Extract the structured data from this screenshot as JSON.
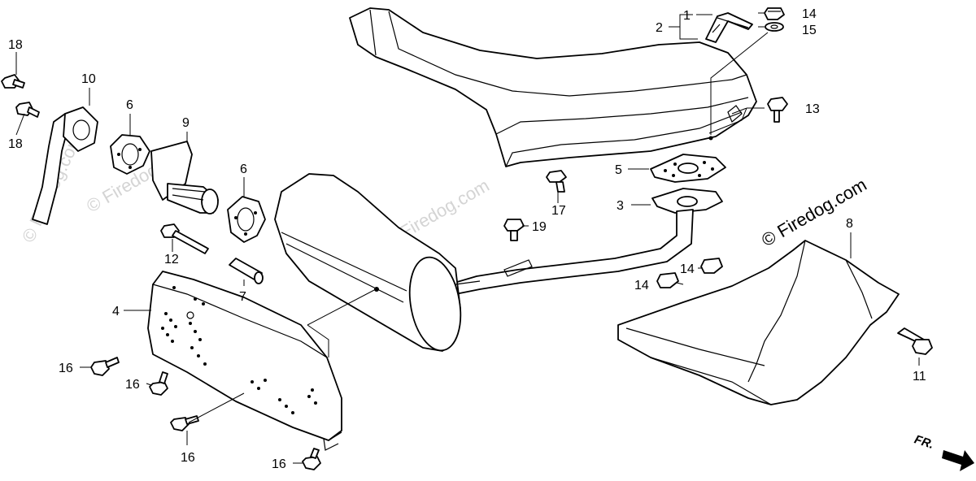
{
  "watermarks": {
    "faint": "© Firedog.com",
    "dark": "© Firedog.com"
  },
  "direction_label": "FR.",
  "callouts": [
    {
      "id": "c1",
      "label": "1"
    },
    {
      "id": "c2",
      "label": "2"
    },
    {
      "id": "c3",
      "label": "3"
    },
    {
      "id": "c4",
      "label": "4"
    },
    {
      "id": "c5",
      "label": "5"
    },
    {
      "id": "c6a",
      "label": "6"
    },
    {
      "id": "c6b",
      "label": "6"
    },
    {
      "id": "c7",
      "label": "7"
    },
    {
      "id": "c8",
      "label": "8"
    },
    {
      "id": "c9",
      "label": "9"
    },
    {
      "id": "c10",
      "label": "10"
    },
    {
      "id": "c11",
      "label": "11"
    },
    {
      "id": "c12",
      "label": "12"
    },
    {
      "id": "c13",
      "label": "13"
    },
    {
      "id": "c14a",
      "label": "14"
    },
    {
      "id": "c14b",
      "label": "14"
    },
    {
      "id": "c14c",
      "label": "14"
    },
    {
      "id": "c15",
      "label": "15"
    },
    {
      "id": "c16a",
      "label": "16"
    },
    {
      "id": "c16b",
      "label": "16"
    },
    {
      "id": "c16c",
      "label": "16"
    },
    {
      "id": "c16d",
      "label": "16"
    },
    {
      "id": "c17",
      "label": "17"
    },
    {
      "id": "c18a",
      "label": "18"
    },
    {
      "id": "c18b",
      "label": "18"
    },
    {
      "id": "c19",
      "label": "19"
    }
  ]
}
